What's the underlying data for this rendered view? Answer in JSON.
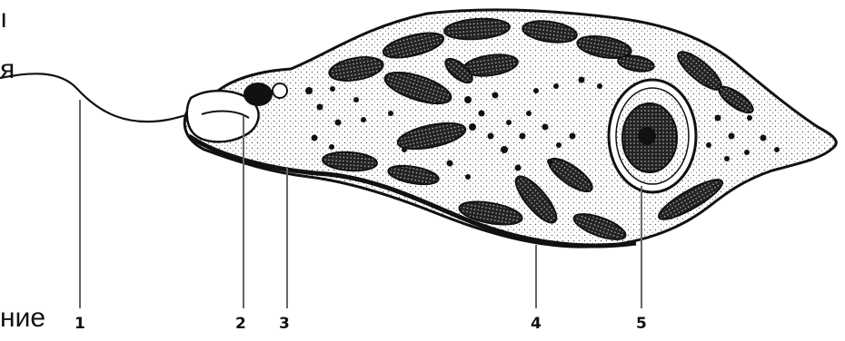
{
  "text_fragments": [
    "ı",
    "я",
    "ние"
  ],
  "labels": [
    "1",
    "2",
    "3",
    "4",
    "5"
  ],
  "colors": {
    "ink": "#111111",
    "background": "#ffffff",
    "stipple": "#555555"
  }
}
